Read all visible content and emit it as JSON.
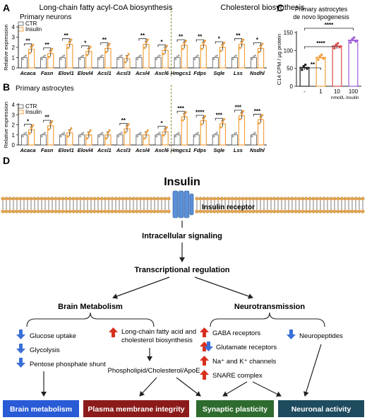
{
  "panels": {
    "a": {
      "letter": "A",
      "section_left": "Long-chain fatty acyl-CoA biosynthesis",
      "section_right": "Cholesterol biosynthesis",
      "subtitle": "Primary neurons"
    },
    "b": {
      "letter": "B",
      "subtitle": "Primary astrocytes"
    },
    "c": {
      "letter": "C",
      "title_line1": "Primary astrocytes",
      "title_line2": "de novo lipogenesis"
    },
    "d": {
      "letter": "D",
      "insulin": "Insulin",
      "receptor": "Insulin receptor",
      "intracellular": "Intracellular signaling",
      "transcriptional": "Transcriptional regulation",
      "brain_metabolism": "Brain Metabolism",
      "neurotransmission": "Neurotransmission",
      "glucose_uptake": "Glucose uptake",
      "glycolysis": "Glycolysis",
      "pentose": "Pentose phosphate shunt",
      "lcfa_line1": "Long-chain fatty acid and",
      "lcfa_line2": "cholesterol biosynthesis",
      "phospholipid": "Phospholipid/Cholesterol/ApoE",
      "gaba": "GABA receptors",
      "glutamate": "Glutamate receptors",
      "channels": "Na⁺ and K⁺ channels",
      "snare": "SNARE complex",
      "neuropeptides": "Neuropeptides",
      "box_brain": "Brain metabolism",
      "box_membrane": "Plasma membrane integrity",
      "box_synaptic": "Synaptic plasticity",
      "box_neuronal": "Neuronal activity",
      "colors": {
        "up_arrow": "#d7301f",
        "down_arrow": "#3b6fd8",
        "box_brain": "#2a5bd7",
        "box_membrane": "#8b1a1a",
        "box_synaptic": "#2e6b2e",
        "box_neuronal": "#1f4b5e",
        "membrane_head": "#e8a54b",
        "receptor": "#5b8fd8"
      }
    }
  },
  "chart_data": [
    {
      "type": "bar",
      "panel": "A",
      "subtitle": "Primary neurons",
      "ylabel": "Relative expression",
      "ylim": [
        0,
        4
      ],
      "yticks": [
        0,
        1,
        2,
        3,
        4
      ],
      "categories": [
        "Acaca",
        "Fasn",
        "Elovl1",
        "Elovl4",
        "Acsl1",
        "Acsl3",
        "Acsl4",
        "Ascl6",
        "Hmgcs1",
        "Fdps",
        "Sqle",
        "Lss",
        "Nsdhl"
      ],
      "series": [
        {
          "name": "CTR",
          "values": [
            1.0,
            1.0,
            1.0,
            1.0,
            1.0,
            1.0,
            1.0,
            1.0,
            1.0,
            1.0,
            1.0,
            1.0,
            1.0
          ]
        },
        {
          "name": "Insulin",
          "values": [
            1.8,
            1.4,
            2.3,
            1.6,
            1.9,
            0.9,
            2.3,
            1.7,
            2.2,
            2.2,
            2.0,
            2.3,
            1.9
          ]
        }
      ],
      "significance": [
        "**",
        "**",
        "**",
        "*",
        "**",
        "",
        "**",
        "*",
        "**",
        "**",
        "*",
        "**",
        "*"
      ],
      "divider_after": "Ascl6",
      "colors": {
        "CTR": "#c8c8c8",
        "Insulin": "#f2a03d"
      }
    },
    {
      "type": "bar",
      "panel": "B",
      "subtitle": "Primary astrocytes",
      "ylabel": "Relative expression",
      "ylim": [
        0,
        4
      ],
      "yticks": [
        0,
        1,
        2,
        3,
        4
      ],
      "categories": [
        "Acaca",
        "Fasn",
        "Elovl1",
        "Elovl4",
        "Acsl1",
        "Acsl3",
        "Acsl4",
        "Ascl6",
        "Hmgcs1",
        "Fdps",
        "Sqle",
        "Lss",
        "Nsdhl"
      ],
      "series": [
        {
          "name": "CTR",
          "values": [
            1.0,
            1.0,
            1.0,
            1.0,
            1.0,
            1.0,
            1.0,
            1.0,
            1.0,
            1.0,
            1.0,
            1.0,
            1.0
          ]
        },
        {
          "name": "Insulin",
          "values": [
            1.5,
            1.9,
            1.2,
            1.0,
            1.0,
            1.6,
            1.0,
            1.3,
            2.8,
            2.4,
            2.1,
            2.9,
            2.5
          ]
        }
      ],
      "significance": [
        "*",
        "**",
        "",
        "",
        "",
        "**",
        "",
        "*",
        "***",
        "****",
        "***",
        "***",
        "***"
      ],
      "divider_after": "Ascl6",
      "colors": {
        "CTR": "#c8c8c8",
        "Insulin": "#f2a03d"
      }
    },
    {
      "type": "bar",
      "panel": "C",
      "title": "Primary astrocytes de novo lipogenesis",
      "ylabel": "C14 CPM / µg protein",
      "xlabel": "nmol/L insulin",
      "ylim": [
        0,
        150
      ],
      "yticks": [
        0,
        50,
        100,
        150
      ],
      "categories": [
        "-",
        "1",
        "10",
        "100"
      ],
      "values": [
        52,
        80,
        112,
        128
      ],
      "bar_colors": [
        "#222222",
        "#f2a03d",
        "#d94a4a",
        "#9b59d9"
      ],
      "comparisons": [
        {
          "from": "-",
          "to": "1",
          "label": "**"
        },
        {
          "from": "-",
          "to": "10",
          "label": "****"
        },
        {
          "from": "-",
          "to": "100",
          "label": "****"
        }
      ]
    }
  ]
}
